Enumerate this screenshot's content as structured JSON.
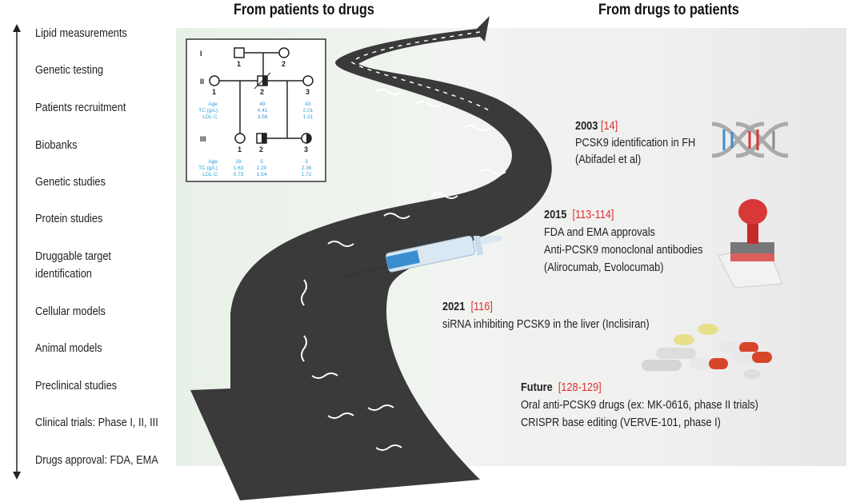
{
  "headers": {
    "left": "From patients to drugs",
    "right": "From drugs to patients"
  },
  "steps": [
    "Lipid measurements",
    "Genetic testing",
    "Patients recruitment",
    "Biobanks",
    "Genetic studies",
    "Protein studies",
    "Druggable target",
    "identification",
    "Cellular models",
    "Animal models",
    "Preclinical studies",
    "Clinical trials: Phase I, II, III",
    "Drugs approval:  FDA, EMA"
  ],
  "events": [
    {
      "year": "2003",
      "ref": "[14]",
      "lines": [
        "PCSK9 identification in FH",
        "(Abifadel et al)"
      ]
    },
    {
      "year": "2015",
      "ref": "[113-114]",
      "lines": [
        "FDA and EMA approvals",
        "Anti-PCSK9 monoclonal antibodies",
        "(Alirocumab, Evolocumab)"
      ]
    },
    {
      "year": "2021",
      "ref": "[116]",
      "lines": [
        "siRNA inhibiting PCSK9 in the liver (Inclisiran)"
      ]
    },
    {
      "year": "Future",
      "ref": "[128-129]",
      "lines": [
        "Oral anti-PCSK9 drugs (ex: MK-0616, phase II trials)",
        "CRISPR base editing (VERVE-101, phase I)"
      ]
    }
  ],
  "pedigree": {
    "generations": [
      "I",
      "II",
      "III"
    ],
    "ids": [
      "1",
      "2",
      "1",
      "2",
      "3",
      "1",
      "2",
      "3"
    ],
    "labels": [
      "Age",
      "TC (g/L)",
      "LDL-C"
    ],
    "II2": [
      "49",
      "4.41",
      "3.56"
    ],
    "II3": [
      "43",
      "2.01",
      "1.21"
    ],
    "III1": [
      "28",
      "1.63",
      "0.73"
    ],
    "III2": [
      "5",
      "2.20",
      "1.54"
    ],
    "III3": [
      "3",
      "2.36",
      "1.72"
    ]
  },
  "colors": {
    "road": "#3a3a3a",
    "ref": "#e03030",
    "pedigree_values": "#2a9fd8"
  }
}
